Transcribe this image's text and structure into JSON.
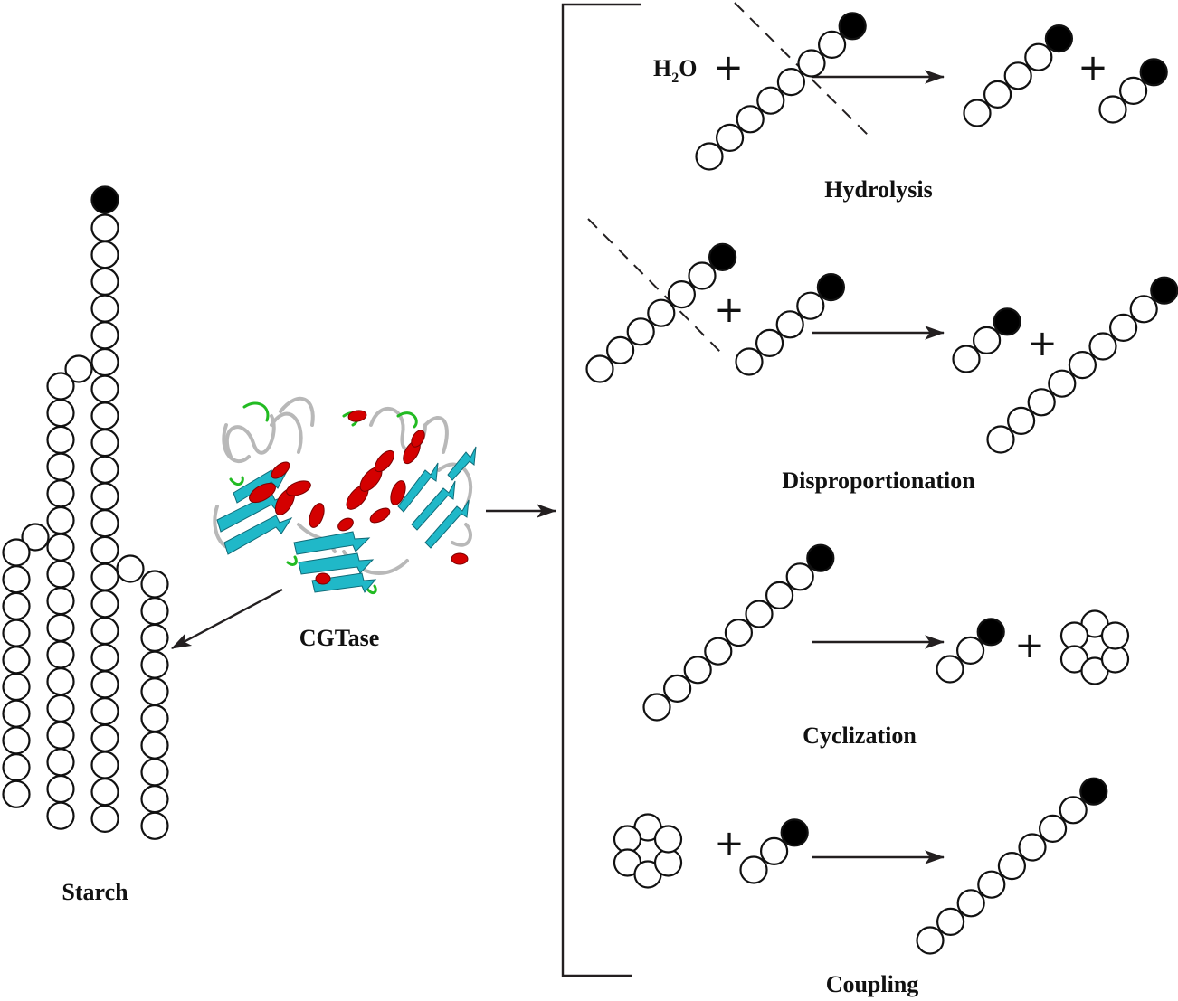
{
  "labels": {
    "starch": "Starch",
    "enzyme": "CGTase",
    "hydrolysis": "Hydrolysis",
    "disproportionation": "Disproportionation",
    "cyclization": "Cyclization",
    "coupling": "Coupling",
    "water": "H",
    "water_sub": "2",
    "water_o": "O"
  },
  "colors": {
    "helix": "#d40000",
    "sheet": "#20b8c8",
    "turn": "#22bb22",
    "coil": "#b8b8b8",
    "ink": "#231f20"
  },
  "icons": {
    "enzyme": "protein-ribbon-structure-icon"
  }
}
